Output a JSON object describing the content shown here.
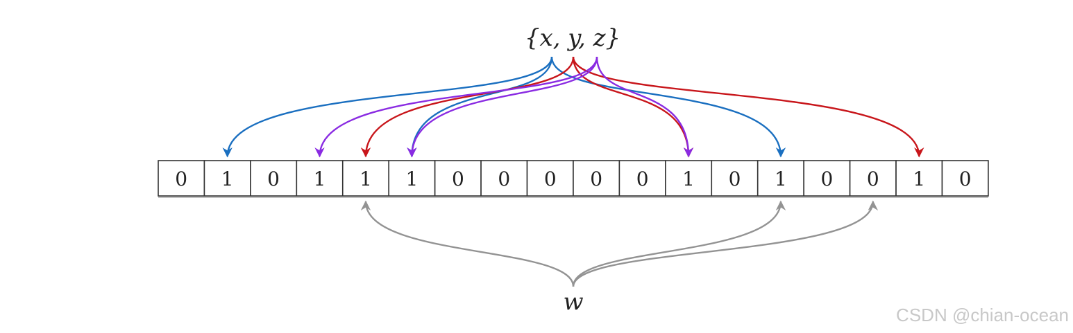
{
  "set_label": "{x, y, z}",
  "query_label": "w",
  "bits": [
    "0",
    "1",
    "0",
    "1",
    "1",
    "1",
    "0",
    "0",
    "0",
    "0",
    "0",
    "1",
    "0",
    "1",
    "0",
    "0",
    "1",
    "0"
  ],
  "mappings": [
    {
      "element": "x",
      "color": "#1a6fc0",
      "targets": [
        1,
        5,
        13
      ]
    },
    {
      "element": "y",
      "color": "#c8161b",
      "targets": [
        4,
        11,
        16
      ]
    },
    {
      "element": "z",
      "color": "#8a2be2",
      "targets": [
        3,
        5,
        11
      ]
    },
    {
      "element": "w",
      "color": "#939393",
      "targets": [
        4,
        13,
        15
      ]
    }
  ],
  "watermark": "CSDN @chian-ocean"
}
